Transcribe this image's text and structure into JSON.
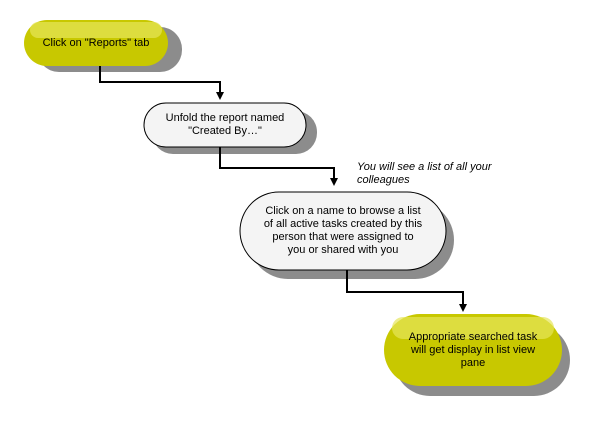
{
  "colors": {
    "start_end_fill": "#c8c800",
    "start_end_highlight": "#e6e65a",
    "process_fill": "#f4f4f4",
    "shadow": "#8c8c8c",
    "outline": "#000000",
    "connector": "#000000"
  },
  "nodes": {
    "step1": {
      "label": "Click on \"Reports\" tab"
    },
    "step2": {
      "label": "Unfold the report named\n\"Created By…\""
    },
    "step3": {
      "label": "Click on a name to browse a list\nof all active tasks created by this\nperson that were assigned to\nyou or shared with you"
    },
    "step4": {
      "label": "Appropriate searched task\nwill get display in list view\npane"
    }
  },
  "annotations": {
    "colleagues_note": "You will see a list of all your\ncolleagues"
  }
}
